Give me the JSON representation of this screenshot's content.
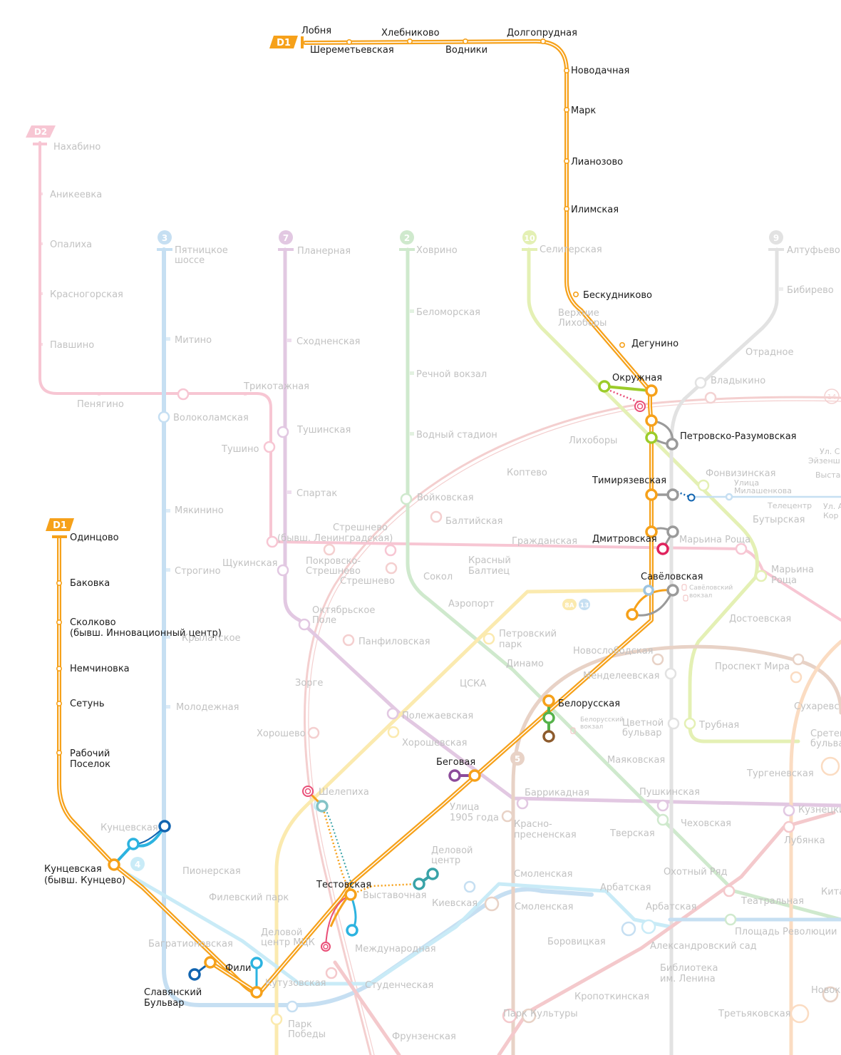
{
  "colors": {
    "d1": "#f6a11a",
    "d1_dark": "#f29b0c",
    "d2_faded": "#f7c6d3",
    "line3_faded": "#c6dff2",
    "line7_faded": "#e2c8e2",
    "line2_faded": "#cfe9cd",
    "line10_faded": "#e4f0b4",
    "line9_faded": "#e2e2e2",
    "mcc_faded": "#f4cfcf",
    "line5_faded": "#e8d2c6",
    "line4_faded": "#c9ebf7",
    "line1_faded": "#f4c9cc",
    "line6_faded": "#fbdcc2",
    "line8_faded": "#fbeaaf",
    "line14_faded": "#f3d2d2",
    "text_active": "#1b1b1b",
    "text_faded": "#c2c2c2"
  },
  "badges": {
    "d1_top": "D1",
    "d1_left": "D1",
    "d2": "D2",
    "line3": "3",
    "line7": "7",
    "line2": "2",
    "line10": "10",
    "line9": "9",
    "line5": "5",
    "line4": "4",
    "line14": "14",
    "line8a": "8А",
    "line13": "13"
  },
  "stations_active": {
    "lobnya": "Лобня",
    "sheremetyevskaya": "Шереметьевская",
    "khlebnikovo": "Хлебниково",
    "vodniki": "Водники",
    "dolgoprudnaya": "Долгопрудная",
    "novodachnaya": "Новодачная",
    "mark": "Марк",
    "lianozovo": "Лианозово",
    "ilimskaya": "Илимская",
    "beskudnikovo": "Бескудниково",
    "degunino": "Дегунино",
    "okruzhnaya": "Окружная",
    "petrovsko_razumovskaya": "Петровско-Разумовская",
    "timiryazevskaya": "Тимирязевская",
    "dmitrovskaya": "Дмитровская",
    "savyolovskaya": "Савёловская",
    "belorusskaya": "Белорусская",
    "begovaya": "Беговая",
    "testovskaya": "Тестовская",
    "fili": "Фили",
    "slavyansky_bulvar_1": "Славянский",
    "slavyansky_bulvar_2": "Бульвар",
    "kuntsevskaya_d1_1": "Кунцевская",
    "kuntsevskaya_d1_2": "(бывш. Кунцево)",
    "rabochy_1": "Рабочий",
    "rabochy_2": "Поселок",
    "setun": "Сетунь",
    "nemchinovka": "Немчиновка",
    "skolkovo_1": "Сколково",
    "skolkovo_2": "(бывш. Инновационный центр)",
    "bakovka": "Баковка",
    "odintsovo": "Одинцово"
  },
  "stations_faded": {
    "nakhabino": "Нахабино",
    "anikeevka": "Аникеевка",
    "opalikha": "Опалиха",
    "krasnogorskaya": "Красногорская",
    "pavshino": "Павшино",
    "penyagino": "Пенягино",
    "trikotazhnaya": "Трикотажная",
    "volokolamskaya": "Волоколамская",
    "tushinskaya": "Тушинская",
    "tushino": "Тушино",
    "pyatnitskoe_1": "Пятницкое",
    "pyatnitskoe_2": "шоссе",
    "mitino": "Митино",
    "myakinino": "Мякинино",
    "strogino": "Строгино",
    "krylatskoe": "Крылатское",
    "molodezhnaya": "Молодежная",
    "planernaya": "Планерная",
    "skhodnenskaya": "Сходненская",
    "spartak": "Спартак",
    "shchukinskaya": "Щукинская",
    "oktyabrskoe_1": "Октябрьское",
    "oktyabrskoe_2": "Поле",
    "khovrino": "Ховрино",
    "belomorskaya": "Беломорская",
    "rechnoy": "Речной вокзал",
    "vodny": "Водный стадион",
    "voykovskaya": "Войковская",
    "baltiyskaya": "Балтийская",
    "koptevo": "Коптево",
    "likhobory": "Лихоборы",
    "streshnevo_1": "Стрешнево",
    "streshnevo_2": "(бывш. Ленинградская)",
    "pokrovskoe_1": "Покровско-",
    "pokrovskoe_2": "Стрешнево",
    "streshnevo_mcc": "Стрешнево",
    "sokol": "Сокол",
    "krasny_1": "Красный",
    "krasny_2": "Балтиец",
    "grazhdanskaya": "Гражданская",
    "aeroport": "Аэропорт",
    "panfilovskaya": "Панфиловская",
    "petrovsky_1": "Петровский",
    "petrovsky_2": "парк",
    "dinamo": "Динамо",
    "tsska": "ЦСКА",
    "zorge": "Зорге",
    "polezhaevskaya": "Полежаевская",
    "khoroshevo": "Хорошево",
    "khoroshevskaya": "Хорошевская",
    "shelepikha": "Шелепиха",
    "ulitsa1905_1": "Улица",
    "ulitsa1905_2": "1905 года",
    "barrikadnaya": "Баррикадная",
    "krasnopresn_1": "Красно-",
    "krasnopresn_2": "пресненская",
    "delovoy_1": "Деловой",
    "delovoy_2": "центр",
    "vystavochnaya": "Выставочная",
    "kievskaya": "Киевская",
    "mezhdunarodnaya": "Международная",
    "delovoy_mcc_1": "Деловой",
    "delovoy_mcc_2": "центр МЦК",
    "kutuzovskaya": "Кутузовская",
    "studencheskaya": "Студенческая",
    "park_pobedy_1": "Парк",
    "park_pobedy_2": "Победы",
    "frunzenskaya": "Фрунзенская",
    "park_kultury": "Парк Культуры",
    "kropotkinskaya": "Кропоткинская",
    "borovitskaya": "Боровицкая",
    "biblioteka_1": "Библиотека",
    "biblioteka_2": "им. Ленина",
    "aleksandrovsky": "Александровский сад",
    "smolenskaya_1": "Смоленская",
    "smolenskaya_2": "Смоленская",
    "arbatskaya_1": "Арбатская",
    "arbatskaya_2": "Арбатская",
    "ploshchad": "Площадь Революции",
    "teatralnaya": "Театральная",
    "okhotny": "Охотный Ряд",
    "tretyakovskaya": "Третьяковская",
    "novokuz": "Новок",
    "kitay": "Кита",
    "lubyanka": "Лубянка",
    "kuznetsky": "Кузнецки",
    "chekhovskaya": "Чеховская",
    "pushkinskaya": "Пушкинская",
    "tverskaya": "Тверская",
    "mayakovskaya": "Маяковская",
    "tsvetnoy_1": "Цветной",
    "tsvetnoy_2": "бульвар",
    "trubnaya": "Трубная",
    "turgenevskaya": "Тургеневская",
    "sretensky_1": "Сретен",
    "sretensky_2": "бульва",
    "sukharevskaya": "Сухаревс",
    "prospekt_mira": "Проспект Мира",
    "mendeleevskaya": "Менделеевская",
    "novoslobodskaya": "Новослободская",
    "dostoevskaya": "Достоевская",
    "maryina_1": "Марьина",
    "maryina_2": "Роща",
    "maryina_roshcha": "Марьина Роща",
    "butyrskaya": "Бутырская",
    "fonvizinskaya": "Фонвизинская",
    "milashenkova_1": "Улица",
    "milashenkova_2": "Милашенкова",
    "telecentr": "Телецентр",
    "ul_kor_1": "Ул. А",
    "ul_kor_2": "Кор",
    "vystav_mon": "Выстав",
    "ul_seyz_1": "Ул. С",
    "ul_seyz_2": "Эйзенш",
    "otradnoe": "Отрадное",
    "vladykino": "Владыкино",
    "bibirevo": "Бибирево",
    "altufyevo": "Алтуфьево",
    "seligerskaya": "Селигерская",
    "verkhnie_1": "Верхние",
    "verkhnie_2": "Лихоборы",
    "savyol_vokzal_1": "Савёловский",
    "savyol_vokzal_2": "вокзал",
    "belor_vokzal_1": "Белорусский",
    "belor_vokzal_2": "вокзал",
    "kuntsevskaya_metro": "Кунцевская",
    "pionerskaya": "Пионерская",
    "filevsky": "Филевский парк",
    "bagrationovskaya": "Багратионовская"
  }
}
